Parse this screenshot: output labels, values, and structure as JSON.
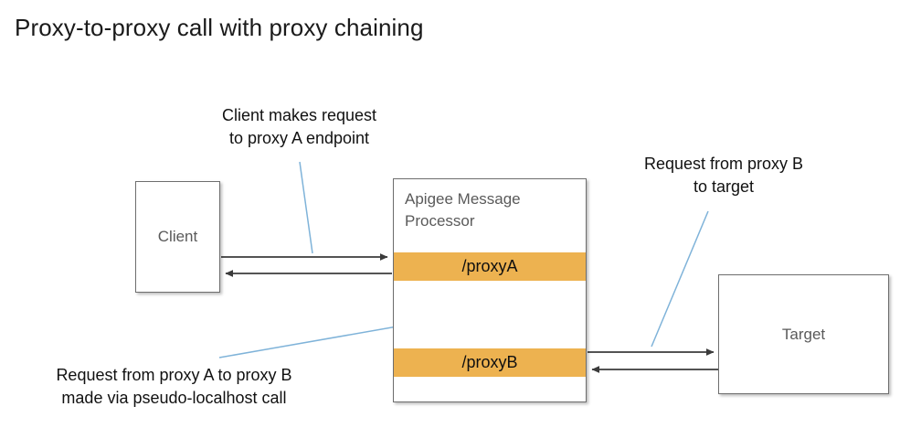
{
  "diagram": {
    "title": "Proxy-to-proxy call with proxy chaining",
    "nodes": {
      "client": {
        "label": "Client"
      },
      "message_processor": {
        "title": "Apigee Message Processor",
        "bands": [
          {
            "id": "proxyA",
            "label": "/proxyA"
          },
          {
            "id": "proxyB",
            "label": "/proxyB"
          }
        ]
      },
      "target": {
        "label": "Target"
      }
    },
    "callouts": [
      {
        "id": "client-request",
        "text": "Client makes request\nto proxy A endpoint"
      },
      {
        "id": "target-request",
        "text": "Request from proxy B\nto target"
      },
      {
        "id": "chaining-note",
        "text": "Request from proxy A to proxy B\nmade via pseudo-localhost call"
      }
    ],
    "connectors": [
      {
        "id": "client-to-proxyA",
        "direction": "right",
        "from": "client",
        "to": "proxyA"
      },
      {
        "id": "proxyA-to-client",
        "direction": "left",
        "from": "proxyA",
        "to": "client"
      },
      {
        "id": "proxyA-to-proxyB",
        "direction": "down",
        "from": "proxyA",
        "to": "proxyB"
      },
      {
        "id": "proxyB-to-proxyA",
        "direction": "up",
        "from": "proxyB",
        "to": "proxyA"
      },
      {
        "id": "proxyB-to-target",
        "direction": "right",
        "from": "proxyB",
        "to": "target"
      },
      {
        "id": "target-to-proxyB",
        "direction": "left",
        "from": "target",
        "to": "proxyB"
      }
    ],
    "colors": {
      "band_fill": "#edb250",
      "box_stroke": "#6e6e6e",
      "box_fill": "#ffffff",
      "node_text": "#5a5a5a",
      "callout_text": "#111111",
      "leader_line": "#7fb3d9",
      "arrow": "#3b3b3b",
      "title_text": "#1a1a1a",
      "background": "#ffffff"
    }
  }
}
